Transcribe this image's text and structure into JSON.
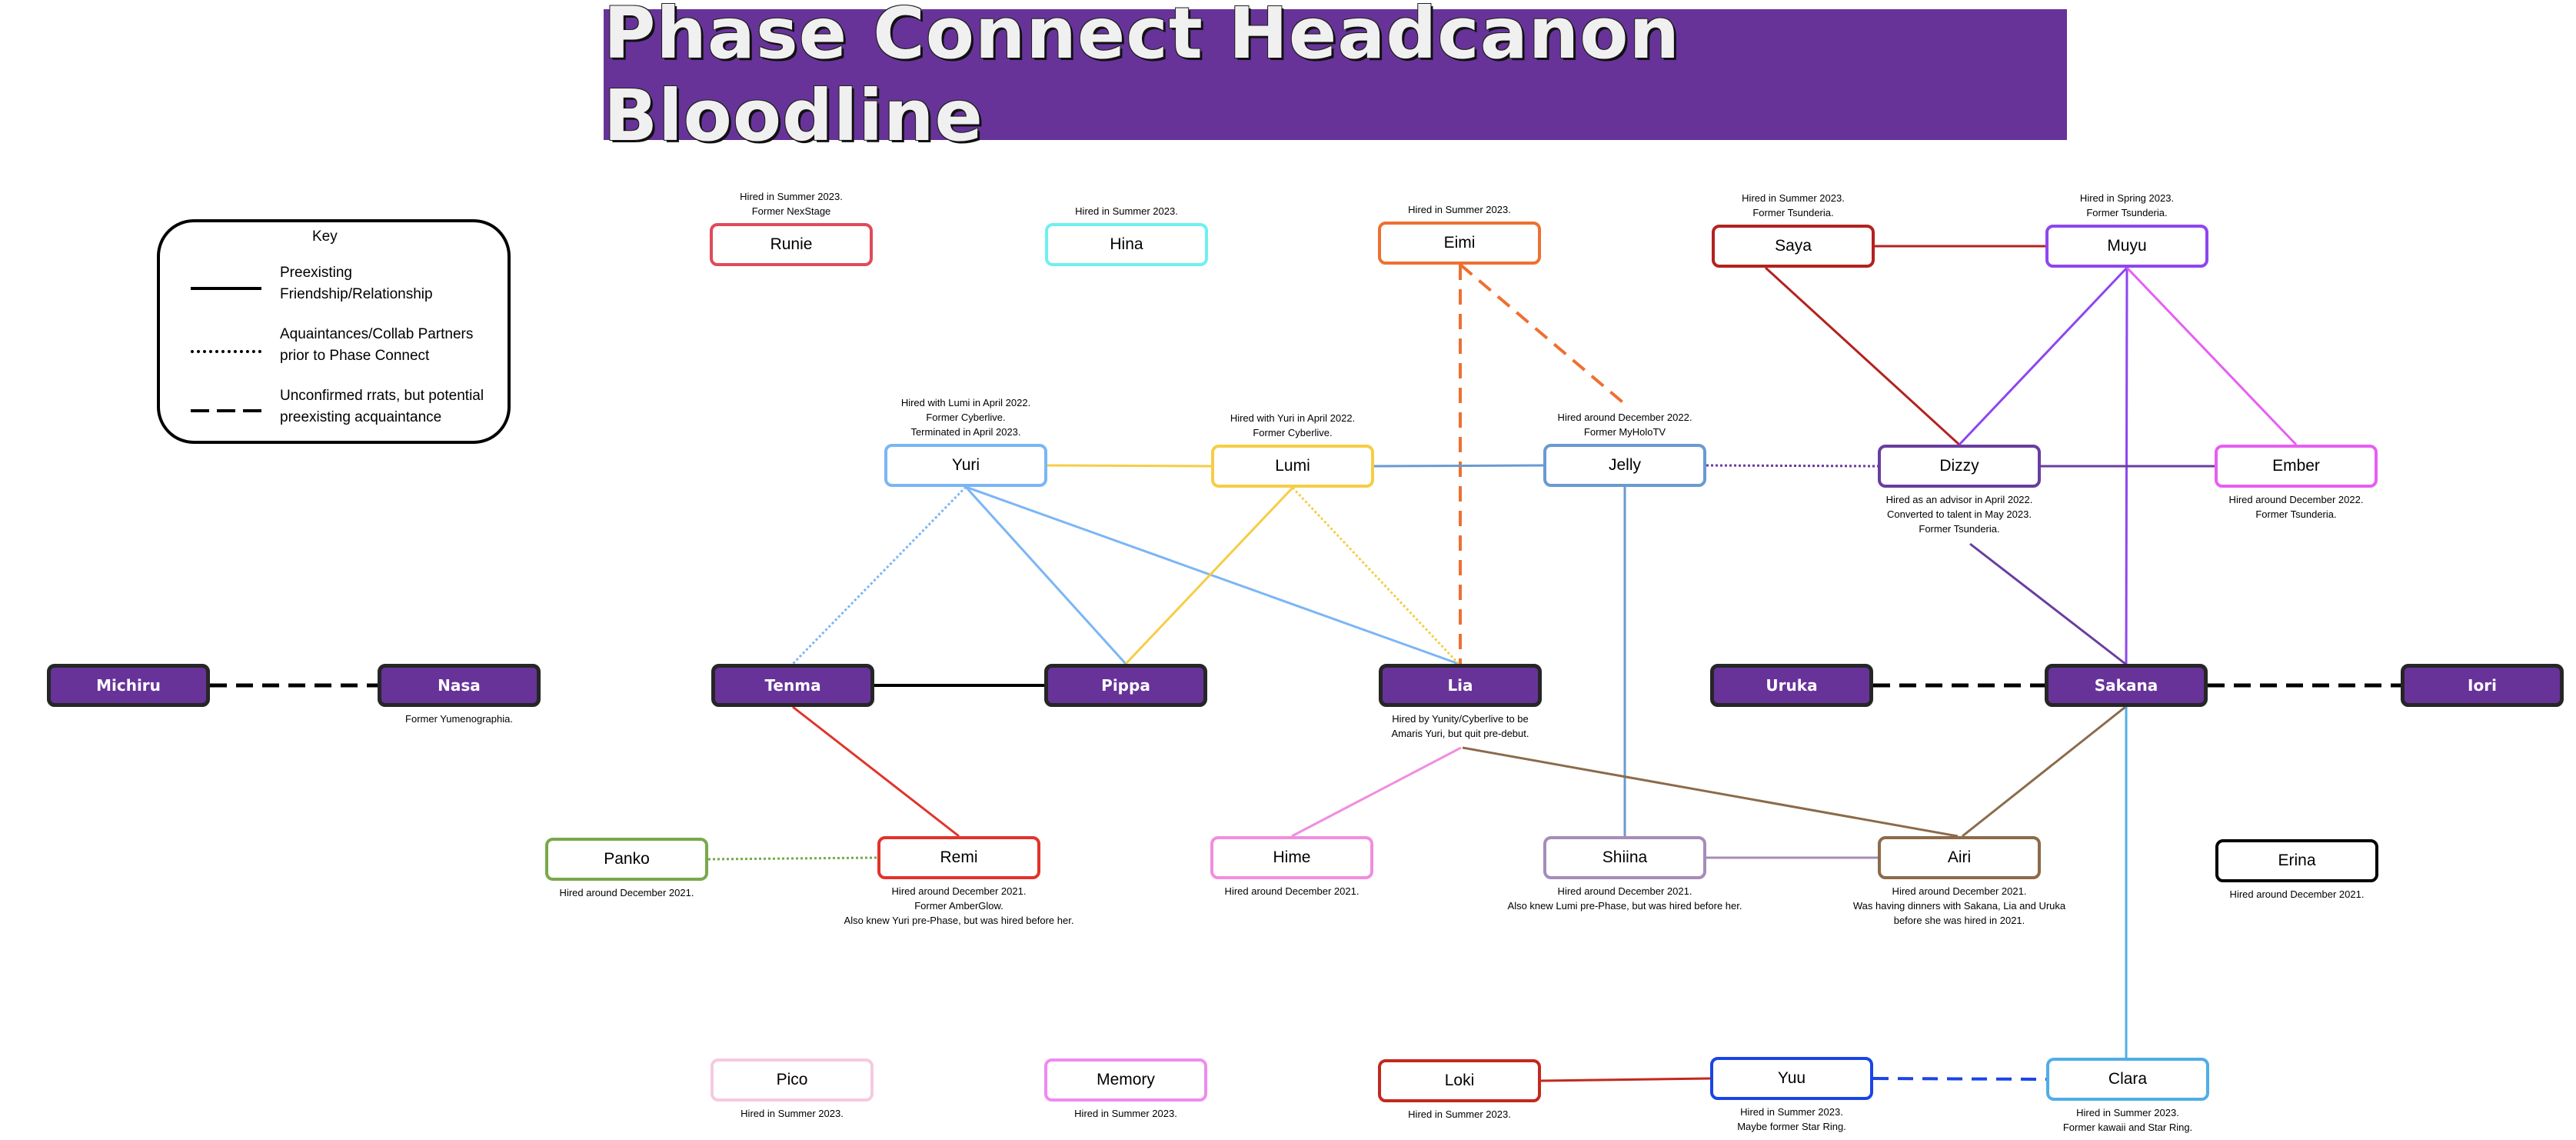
{
  "title": "Phase Connect Headcanon Bloodline",
  "key": {
    "title": "Key",
    "items": [
      {
        "style": "solid",
        "label": "Preexisting\nFriendship/Relationship"
      },
      {
        "style": "dotted",
        "label": "Aquaintances/Collab Partners\nprior to Phase Connect"
      },
      {
        "style": "dashed",
        "label": "Unconfirmed rrats, but potential\npreexisting acquaintance"
      }
    ]
  },
  "nodes": [
    {
      "id": "runie",
      "name": "Runie",
      "color": "#e04a5a",
      "core": false,
      "note": "Hired in Summer 2023.\nFormer NexStage",
      "note_pos": "above"
    },
    {
      "id": "hina",
      "name": "Hina",
      "color": "#6ff0f0",
      "core": false,
      "note": "Hired in Summer 2023.",
      "note_pos": "above"
    },
    {
      "id": "eimi",
      "name": "Eimi",
      "color": "#ee7031",
      "core": false,
      "note": "Hired in Summer 2023.",
      "note_pos": "above"
    },
    {
      "id": "saya",
      "name": "Saya",
      "color": "#b3221f",
      "core": false,
      "note": "Hired in Summer 2023.\nFormer Tsunderia.",
      "note_pos": "above"
    },
    {
      "id": "muyu",
      "name": "Muyu",
      "color": "#8d46f0",
      "core": false,
      "note": "Hired in Spring 2023.\nFormer Tsunderia.",
      "note_pos": "above"
    },
    {
      "id": "yuri",
      "name": "Yuri",
      "color": "#7ab6f5",
      "core": false,
      "note": "Hired with Lumi in April 2022.\nFormer Cyberlive.\nTerminated in April 2023.",
      "note_pos": "above"
    },
    {
      "id": "lumi",
      "name": "Lumi",
      "color": "#f7cd45",
      "core": false,
      "note": "Hired with Yuri in April 2022.\nFormer Cyberlive.",
      "note_pos": "above"
    },
    {
      "id": "jelly",
      "name": "Jelly",
      "color": "#6a9ad1",
      "core": false,
      "note": "Hired around December 2022.\nFormer MyHoloTV",
      "note_pos": "above"
    },
    {
      "id": "dizzy",
      "name": "Dizzy",
      "color": "#693d9f",
      "core": false,
      "note": "Hired as an advisor in April 2022.\nConverted to talent in May 2023.\nFormer Tsunderia.",
      "note_pos": "below"
    },
    {
      "id": "ember",
      "name": "Ember",
      "color": "#e65ff2",
      "core": false,
      "note": "Hired around December 2022.\nFormer Tsunderia.",
      "note_pos": "below"
    },
    {
      "id": "michiru",
      "name": "Michiru",
      "color": "#673399",
      "core": true,
      "note": "",
      "note_pos": "below"
    },
    {
      "id": "nasa",
      "name": "Nasa",
      "color": "#673399",
      "core": true,
      "note": "Former Yumenographia.",
      "note_pos": "below"
    },
    {
      "id": "tenma",
      "name": "Tenma",
      "color": "#673399",
      "core": true,
      "note": "",
      "note_pos": "below"
    },
    {
      "id": "pippa",
      "name": "Pippa",
      "color": "#673399",
      "core": true,
      "note": "",
      "note_pos": "below"
    },
    {
      "id": "lia",
      "name": "Lia",
      "color": "#673399",
      "core": true,
      "note": "Hired by Yunity/Cyberlive to be\nAmaris Yuri, but quit pre-debut.",
      "note_pos": "below"
    },
    {
      "id": "uruka",
      "name": "Uruka",
      "color": "#673399",
      "core": true,
      "note": "",
      "note_pos": "below"
    },
    {
      "id": "sakana",
      "name": "Sakana",
      "color": "#673399",
      "core": true,
      "note": "",
      "note_pos": "below"
    },
    {
      "id": "iori",
      "name": "Iori",
      "color": "#673399",
      "core": true,
      "note": "",
      "note_pos": "below"
    },
    {
      "id": "panko",
      "name": "Panko",
      "color": "#78a94a",
      "core": false,
      "note": "Hired around December 2021.",
      "note_pos": "below"
    },
    {
      "id": "remi",
      "name": "Remi",
      "color": "#e2332a",
      "core": false,
      "note": "Hired around December 2021.\nFormer AmberGlow.\nAlso knew Yuri pre-Phase, but was hired before her.",
      "note_pos": "below"
    },
    {
      "id": "hime",
      "name": "Hime",
      "color": "#f08ede",
      "core": false,
      "note": "Hired around December 2021.",
      "note_pos": "below"
    },
    {
      "id": "shiina",
      "name": "Shiina",
      "color": "#a68cba",
      "core": false,
      "note": "Hired around December 2021.\nAlso knew Lumi pre-Phase, but was hired before her.",
      "note_pos": "below"
    },
    {
      "id": "airi",
      "name": "Airi",
      "color": "#8c6a4a",
      "core": false,
      "note": "Hired around December 2021.\nWas having dinners with Sakana, Lia and Uruka\nbefore she was hired in 2021.",
      "note_pos": "below"
    },
    {
      "id": "erina",
      "name": "Erina",
      "color": "#000000",
      "core": false,
      "note": "Hired around December 2021.",
      "note_pos": "below"
    },
    {
      "id": "pico",
      "name": "Pico",
      "color": "#f6c9df",
      "core": false,
      "note": "Hired in Summer 2023.",
      "note_pos": "below"
    },
    {
      "id": "memory",
      "name": "Memory",
      "color": "#ef8af2",
      "core": false,
      "note": "Hired in Summer 2023.",
      "note_pos": "below"
    },
    {
      "id": "loki",
      "name": "Loki",
      "color": "#c4281f",
      "core": false,
      "note": "Hired in Summer 2023.",
      "note_pos": "below"
    },
    {
      "id": "yuu",
      "name": "Yuu",
      "color": "#1b44e6",
      "core": false,
      "note": "Hired in Summer 2023.\nMaybe former Star Ring.",
      "note_pos": "below"
    },
    {
      "id": "clara",
      "name": "Clara",
      "color": "#50aee6",
      "core": false,
      "note": "Hired in Summer 2023.\nFormer kawaii and Star Ring.",
      "note_pos": "below"
    }
  ],
  "edges": [
    {
      "from": "saya",
      "to": "muyu",
      "style": "solid",
      "color": "#b3221f"
    },
    {
      "from": "saya",
      "to": "dizzy",
      "style": "solid",
      "color": "#b3221f"
    },
    {
      "from": "muyu",
      "to": "dizzy",
      "style": "solid",
      "color": "#8d46f0"
    },
    {
      "from": "muyu",
      "to": "sakana",
      "style": "solid",
      "color": "#8d46f0"
    },
    {
      "from": "muyu",
      "to": "ember",
      "style": "solid",
      "color": "#e65ff2"
    },
    {
      "from": "dizzy",
      "to": "ember",
      "style": "solid",
      "color": "#693d9f"
    },
    {
      "from": "dizzy",
      "to": "sakana",
      "style": "solid",
      "color": "#693d9f"
    },
    {
      "from": "jelly",
      "to": "dizzy",
      "style": "dotted",
      "color": "#693d9f"
    },
    {
      "from": "eimi",
      "to": "lia",
      "style": "dashed",
      "color": "#ee7031"
    },
    {
      "from": "eimi",
      "to": "jelly",
      "style": "dashed",
      "color": "#ee7031"
    },
    {
      "from": "yuri",
      "to": "lumi",
      "style": "solid",
      "color": "#f7cd45"
    },
    {
      "from": "lumi",
      "to": "jelly",
      "style": "solid",
      "color": "#6a9ad1"
    },
    {
      "from": "yuri",
      "to": "tenma",
      "style": "dotted",
      "color": "#7ab6f5"
    },
    {
      "from": "yuri",
      "to": "pippa",
      "style": "solid",
      "color": "#7ab6f5"
    },
    {
      "from": "yuri",
      "to": "lia",
      "style": "solid",
      "color": "#7ab6f5"
    },
    {
      "from": "lumi",
      "to": "pippa",
      "style": "solid",
      "color": "#f7cd45"
    },
    {
      "from": "lumi",
      "to": "lia",
      "style": "dotted",
      "color": "#f7cd45"
    },
    {
      "from": "jelly",
      "to": "shiina",
      "style": "solid",
      "color": "#6a9ad1"
    },
    {
      "from": "michiru",
      "to": "nasa",
      "style": "dashed",
      "color": "#000000"
    },
    {
      "from": "tenma",
      "to": "pippa",
      "style": "solid",
      "color": "#000000"
    },
    {
      "from": "uruka",
      "to": "sakana",
      "style": "dashed",
      "color": "#000000"
    },
    {
      "from": "sakana",
      "to": "iori",
      "style": "dashed",
      "color": "#000000"
    },
    {
      "from": "tenma",
      "to": "remi",
      "style": "solid",
      "color": "#e2332a"
    },
    {
      "from": "panko",
      "to": "remi",
      "style": "dotted",
      "color": "#78a94a"
    },
    {
      "from": "lia",
      "to": "hime",
      "style": "solid",
      "color": "#f08ede"
    },
    {
      "from": "lia",
      "to": "airi",
      "style": "solid",
      "color": "#8c6a4a"
    },
    {
      "from": "sakana",
      "to": "airi",
      "style": "solid",
      "color": "#8c6a4a"
    },
    {
      "from": "shiina",
      "to": "airi",
      "style": "solid",
      "color": "#a68cba"
    },
    {
      "from": "sakana",
      "to": "clara",
      "style": "solid",
      "color": "#50aee6"
    },
    {
      "from": "loki",
      "to": "yuu",
      "style": "solid",
      "color": "#c4281f"
    },
    {
      "from": "yuu",
      "to": "clara",
      "style": "dashed",
      "color": "#1b44e6"
    }
  ]
}
